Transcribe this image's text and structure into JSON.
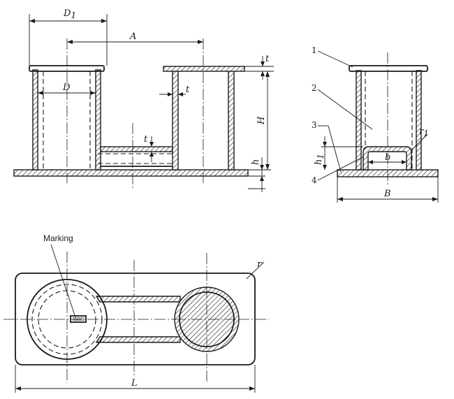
{
  "front_view": {
    "dims": {
      "D1": "D",
      "D1_sub": "1",
      "A": "A",
      "D": "D",
      "t_top": "t",
      "t_wall": "t",
      "t_bar": "t",
      "H": "H",
      "h": "h"
    }
  },
  "side_view": {
    "callouts": [
      "1",
      "2",
      "3",
      "4"
    ],
    "dims": {
      "h1": "h",
      "h1_sub": "1",
      "b": "b",
      "r1": "r",
      "r1_sub": "1",
      "B": "B"
    }
  },
  "plan_view": {
    "marking_label": "Marking",
    "dims": {
      "r": "r",
      "L": "L"
    }
  }
}
